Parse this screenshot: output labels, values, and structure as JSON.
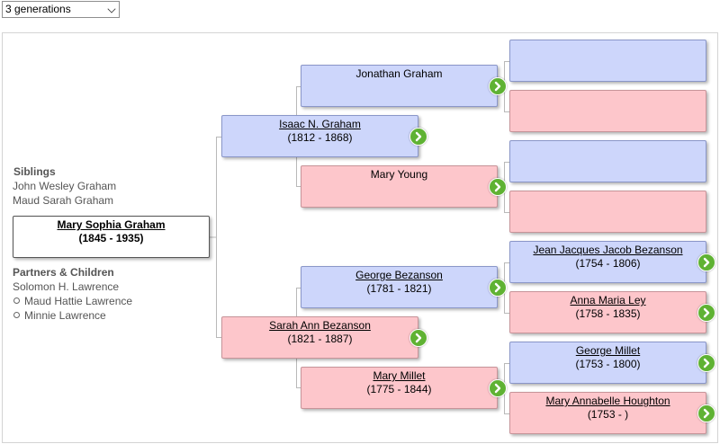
{
  "generations_select": {
    "value": "3 generations"
  },
  "siblings": {
    "header": "Siblings",
    "items": [
      "John Wesley Graham",
      "Maud Sarah Graham"
    ]
  },
  "focus_person": {
    "name": "Mary Sophia Graham",
    "dates": "(1845 - 1935)"
  },
  "partners": {
    "header": "Partners & Children",
    "partner": "Solomon H. Lawrence",
    "children": [
      "Maud Hattie Lawrence",
      "Minnie Lawrence"
    ]
  },
  "tree": {
    "father": {
      "name": "Isaac N. Graham",
      "dates": "(1812 - 1868)"
    },
    "mother": {
      "name": "Sarah Ann Bezanson",
      "dates": "(1821 - 1887)"
    },
    "paternal_grandfather": {
      "name": "Jonathan Graham",
      "dates": ""
    },
    "paternal_grandmother": {
      "name": "Mary Young",
      "dates": ""
    },
    "maternal_grandfather": {
      "name": "George Bezanson",
      "dates": "(1781 - 1821)"
    },
    "maternal_grandmother": {
      "name": "Mary Millet",
      "dates": "(1775 - 1844)"
    },
    "ggf_1": {
      "name": "",
      "dates": ""
    },
    "ggm_1": {
      "name": "",
      "dates": ""
    },
    "ggf_2": {
      "name": "",
      "dates": ""
    },
    "ggm_2": {
      "name": "",
      "dates": ""
    },
    "ggf_3": {
      "name": "Jean Jacques Jacob Bezanson",
      "dates": "(1754 - 1806)"
    },
    "ggm_3": {
      "name": "Anna Maria Ley",
      "dates": "(1758 - 1835)"
    },
    "ggf_4": {
      "name": "George Millet",
      "dates": "(1753 - 1800)"
    },
    "ggm_4": {
      "name": "Mary Annabelle Houghton",
      "dates": "(1753 - )"
    }
  },
  "colors": {
    "male": "#cdd6fb",
    "female": "#fdc6cb",
    "arrow": "#5fb233"
  },
  "icons": {
    "expand": "chevron-right-icon",
    "dropdown": "chevron-down-icon"
  }
}
